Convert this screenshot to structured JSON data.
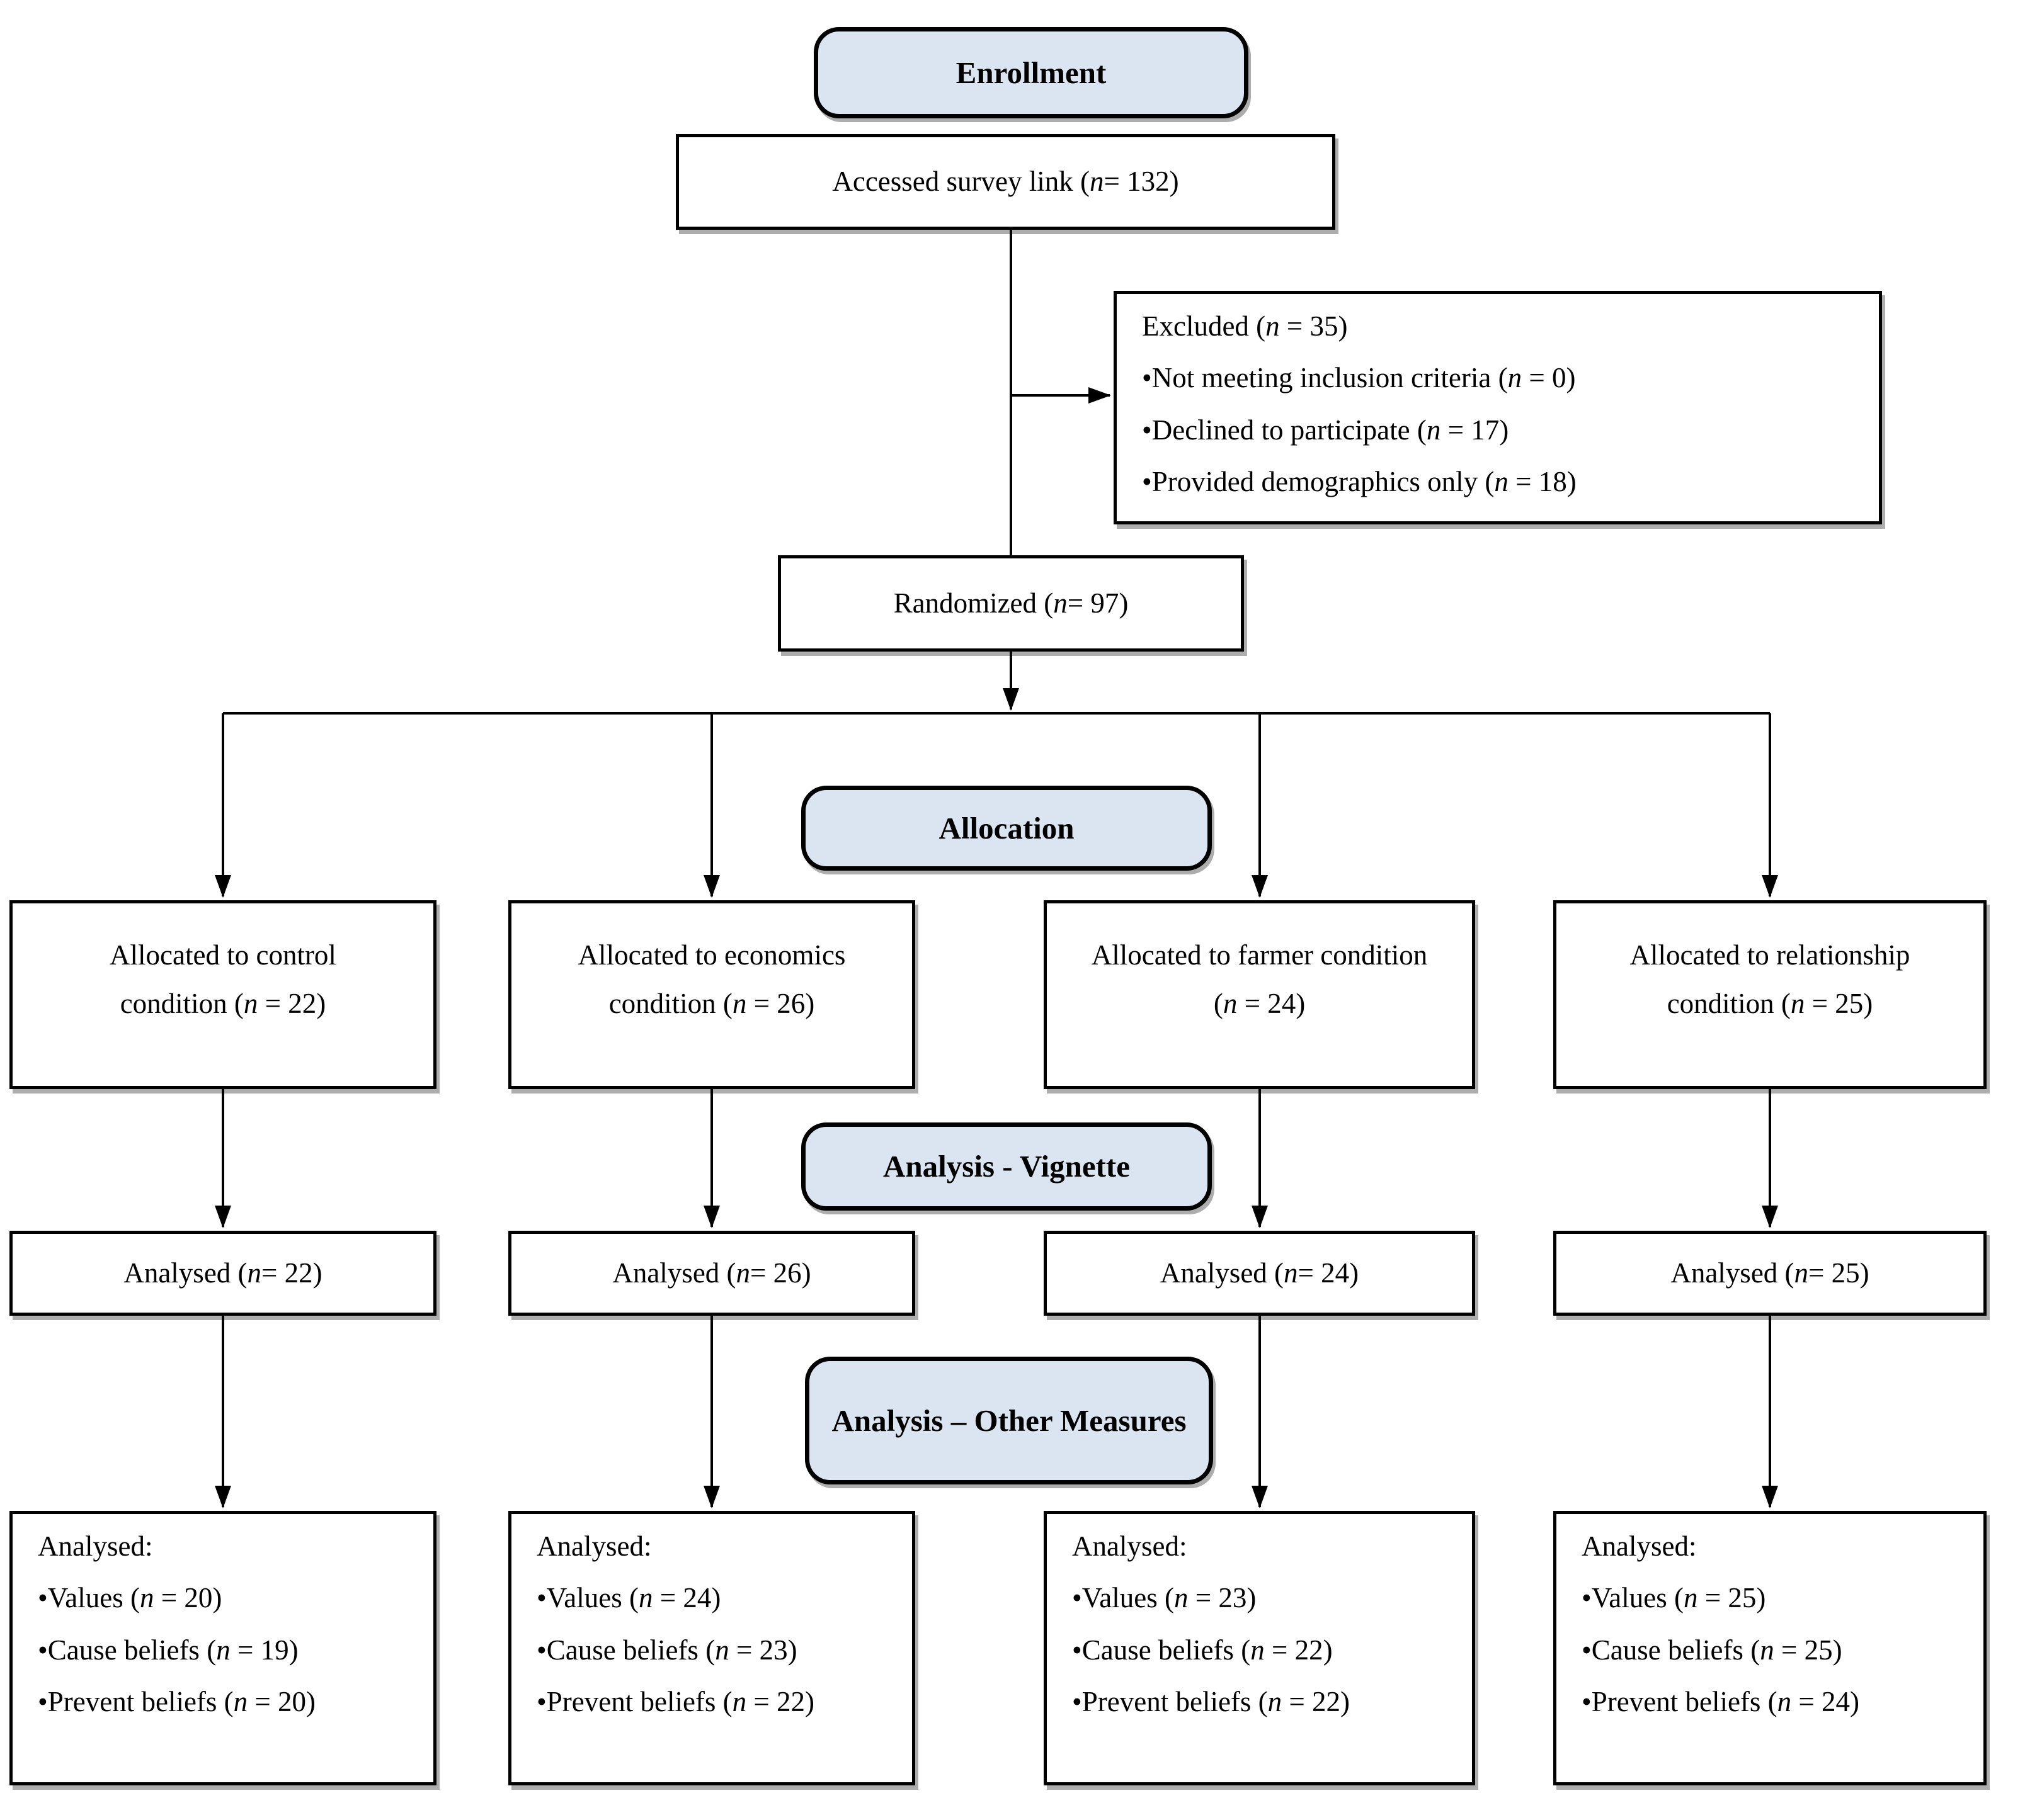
{
  "colors": {
    "header_fill": "#dbe5f1",
    "border": "#000000",
    "box_fill": "#ffffff",
    "text": "#000000"
  },
  "headers": {
    "enrollment": "Enrollment",
    "allocation": "Allocation",
    "analysis_vignette": "Analysis - Vignette",
    "analysis_other": "Analysis – Other Measures"
  },
  "enrollment_flow": {
    "accessed": "Accessed survey link (n = 132)",
    "excluded": {
      "title": "Excluded (n = 35)",
      "bullets": [
        "Not meeting inclusion criteria (n = 0)",
        "Declined to participate (n = 17)",
        "Provided demographics only (n = 18)"
      ]
    },
    "randomized": "Randomized (n = 97)"
  },
  "allocation_row": [
    "Allocated to control condition (n = 22)",
    "Allocated to economics condition (n = 26)",
    "Allocated to farmer condition (n = 24)",
    "Allocated to relationship condition (n = 25)"
  ],
  "vignette_row": [
    "Analysed (n = 22)",
    "Analysed (n = 26)",
    "Analysed (n = 24)",
    "Analysed (n = 25)"
  ],
  "other_measures_row": [
    {
      "title": "Analysed:",
      "bullets": [
        "Values (n = 20)",
        "Cause beliefs (n = 19)",
        "Prevent beliefs (n = 20)"
      ]
    },
    {
      "title": "Analysed:",
      "bullets": [
        "Values (n = 24)",
        "Cause beliefs (n = 23)",
        "Prevent beliefs (n = 22)"
      ]
    },
    {
      "title": "Analysed:",
      "bullets": [
        "Values (n = 23)",
        "Cause beliefs (n = 22)",
        "Prevent beliefs (n = 22)"
      ]
    },
    {
      "title": "Analysed:",
      "bullets": [
        "Values (n = 25)",
        "Cause beliefs (n = 25)",
        "Prevent beliefs (n = 24)"
      ]
    }
  ]
}
